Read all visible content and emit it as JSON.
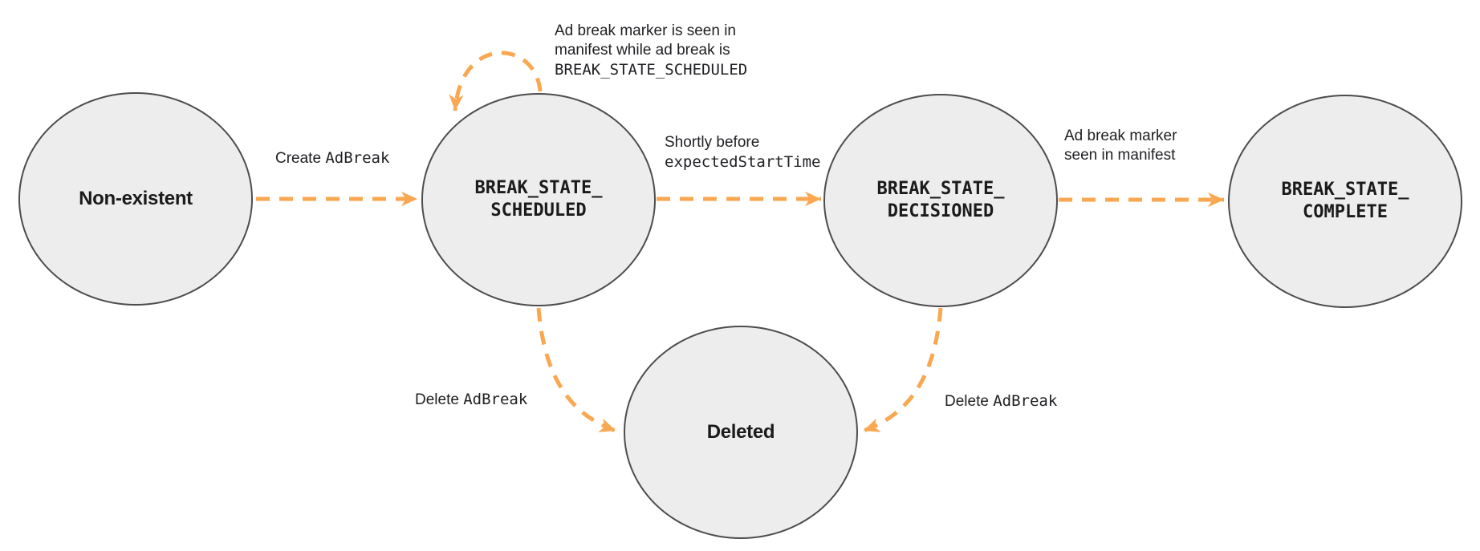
{
  "colors": {
    "arrow": "#F9A751",
    "node_fill": "#EDEDED",
    "node_border": "#4D4D4D",
    "text": "#1B1B1B"
  },
  "nodes": {
    "non_existent": {
      "label": "Non-existent"
    },
    "scheduled": {
      "line1": "BREAK_STATE_",
      "line2": "SCHEDULED"
    },
    "decisioned": {
      "line1": "BREAK_STATE_",
      "line2": "DECISIONED"
    },
    "complete": {
      "line1": "BREAK_STATE_",
      "line2": "COMPLETE"
    },
    "deleted": {
      "label": "Deleted"
    }
  },
  "edges": {
    "create": {
      "plain": "Create",
      "code": "AdBreak"
    },
    "self_loop": {
      "line1": "Ad break marker is seen in",
      "line2": "manifest while ad break is",
      "code": "BREAK_STATE_SCHEDULED"
    },
    "shortly": {
      "plain": "Shortly before",
      "code": "expectedStartTime"
    },
    "marker_seen": {
      "line1": "Ad break marker",
      "line2": "seen in manifest"
    },
    "delete_left": {
      "plain": "Delete",
      "code": "AdBreak"
    },
    "delete_right": {
      "plain": "Delete",
      "code": "AdBreak"
    }
  }
}
